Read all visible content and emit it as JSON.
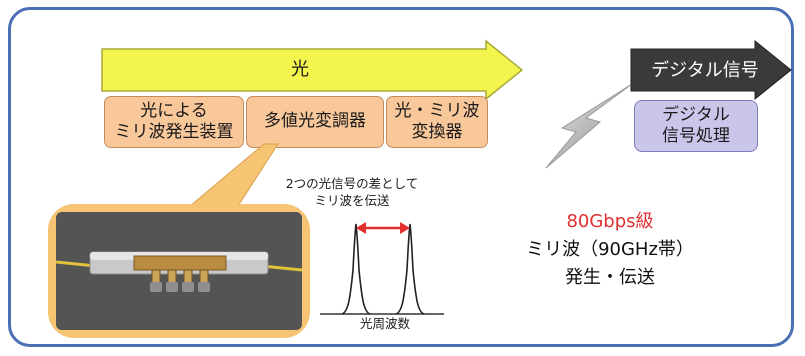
{
  "optical_arrow": {
    "label": "光"
  },
  "blocks": [
    {
      "id": "mmwave-gen",
      "lines": [
        "光による",
        "ミリ波発生装置"
      ]
    },
    {
      "id": "modulator",
      "lines": [
        "多値光変調器"
      ]
    },
    {
      "id": "converter",
      "lines": [
        "光・ミリ波",
        "変換器"
      ]
    }
  ],
  "digital_arrow": {
    "label": "デジタル信号"
  },
  "digital_block": {
    "lines": [
      "デジタル",
      "信号処理"
    ]
  },
  "spectrum": {
    "caption_lines": [
      "2つの光信号の差として",
      "ミリ波を伝送"
    ],
    "axis_label": "光周波数"
  },
  "summary": {
    "highlight": "80Gbps級",
    "line2": "ミリ波（90GHz帯）",
    "line3": "発生・伝送"
  },
  "colors": {
    "frame": "#4a6fb5",
    "optical_arrow": "#f3f54e",
    "block_fill": "#f8c79a",
    "digital_arrow": "#3a3a3a",
    "digital_block": "#c9c6ea",
    "highlight": "#e03030",
    "callout": "#f6c574"
  }
}
